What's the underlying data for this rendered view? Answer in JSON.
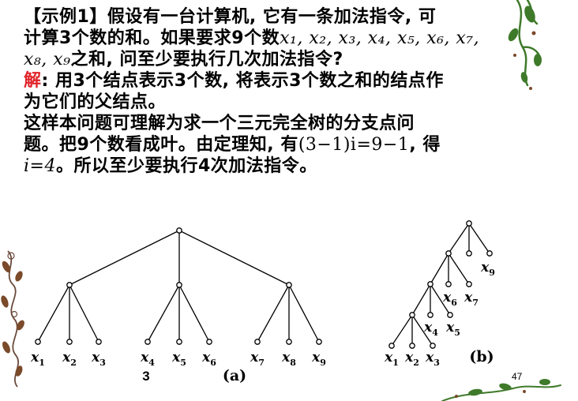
{
  "text": {
    "line1": {
      "bracket_title": "【示例1】",
      "body": "假设有一台计算机, 它有一条加法指令, 可"
    },
    "line2": {
      "body": "计算3个数的和。如果要求9个数",
      "vars": "x₁, x₂, x₃, x₄, x₅, x₆, x₇,"
    },
    "line3": {
      "vars": "x₈, x₉",
      "body": "之和, 问至少要执行几次加法指令?"
    },
    "line4": {
      "label": "解",
      "body": ": 用3个结点表示3个数, 将表示3个数之和的结点作"
    },
    "line5": {
      "body": "为它们的父结点。"
    },
    "line6": {
      "body": "这样本问题可理解为求一个三元完全树的分支点问"
    },
    "line7": {
      "body": "题。把9个数看成叶。由定理知, 有",
      "formula": "(3−1)i=9−1",
      "tail": ", 得"
    },
    "line8": {
      "formula": "i=4",
      "body": "。所以至少要执行4次加法指令。"
    }
  },
  "diagram": {
    "tree_a": {
      "leaves": [
        {
          "name": "x",
          "sub": "1"
        },
        {
          "name": "x",
          "sub": "2"
        },
        {
          "name": "x",
          "sub": "3"
        },
        {
          "name": "x",
          "sub": "4"
        },
        {
          "name": "x",
          "sub": "5"
        },
        {
          "name": "x",
          "sub": "6"
        },
        {
          "name": "x",
          "sub": "7"
        },
        {
          "name": "x",
          "sub": "8"
        },
        {
          "name": "x",
          "sub": "9"
        }
      ],
      "caption": "(a)",
      "mark": "3"
    },
    "tree_b": {
      "leaves": [
        {
          "name": "x",
          "sub": "9"
        },
        {
          "name": "x",
          "sub": "6"
        },
        {
          "name": "x",
          "sub": "7"
        },
        {
          "name": "x",
          "sub": "4"
        },
        {
          "name": "x",
          "sub": "5"
        },
        {
          "name": "x",
          "sub": "1"
        },
        {
          "name": "x",
          "sub": "2"
        },
        {
          "name": "x",
          "sub": "3"
        }
      ],
      "caption": "(b)"
    }
  },
  "page_number": "47",
  "colors": {
    "text": "#000000",
    "highlight": "#e0242a",
    "decoration_green": "#3f7a2a",
    "decoration_brown": "#7a4a2a"
  }
}
